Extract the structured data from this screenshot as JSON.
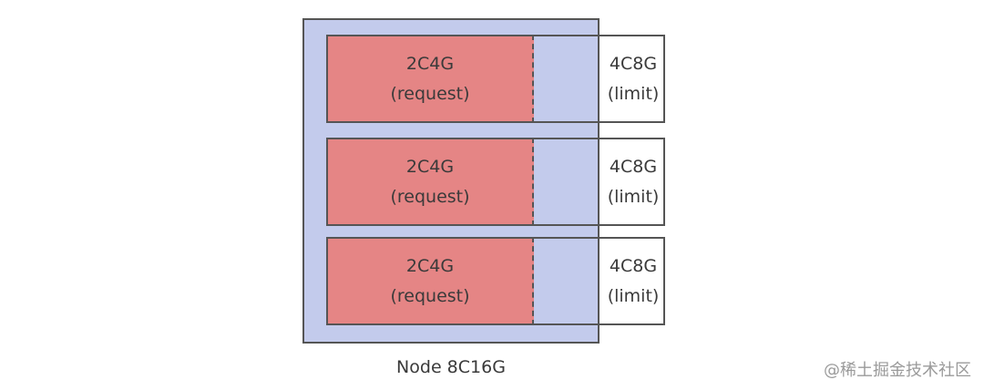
{
  "colors": {
    "node_fill": "#c3cbec",
    "request_fill": "#e58585",
    "border": "#555555"
  },
  "node": {
    "label": "Node 8C16G"
  },
  "pods": [
    {
      "request_value": "2C4G",
      "request_tag": "(request)",
      "limit_value": "4C8G",
      "limit_tag": "(limit)"
    },
    {
      "request_value": "2C4G",
      "request_tag": "(request)",
      "limit_value": "4C8G",
      "limit_tag": "(limit)"
    },
    {
      "request_value": "2C4G",
      "request_tag": "(request)",
      "limit_value": "4C8G",
      "limit_tag": "(limit)"
    }
  ],
  "watermark": "@稀土掘金技术社区"
}
